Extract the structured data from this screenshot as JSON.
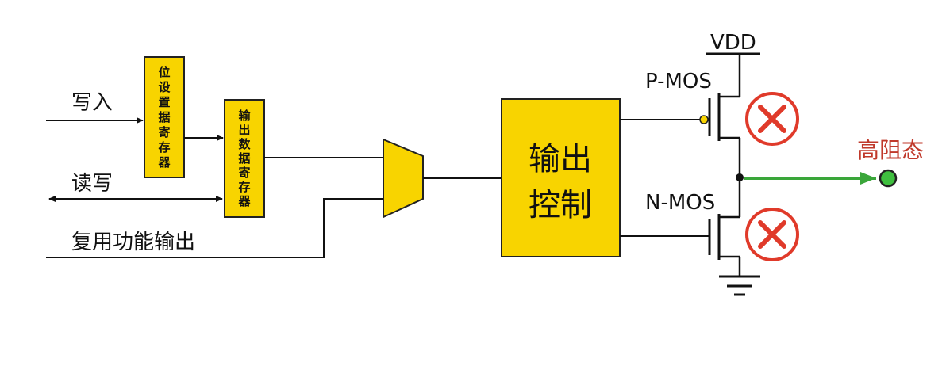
{
  "inputs": {
    "write": "写入",
    "read_write": "读写",
    "alt_function_output": "复用功能输出"
  },
  "registers": {
    "bit_set_register": [
      "位",
      "设",
      "置",
      "据",
      "寄",
      "存",
      "器"
    ],
    "output_data_register": [
      "输",
      "出",
      "数",
      "据",
      "寄",
      "存",
      "器"
    ]
  },
  "output_control": {
    "line1": "输出",
    "line2": "控制"
  },
  "transistors": {
    "supply": "VDD",
    "pmos": "P-MOS",
    "nmos": "N-MOS"
  },
  "output_state": {
    "label": "高阻态"
  },
  "colors": {
    "block_fill": "#f8d400",
    "disabled_mark": "#e03a2a",
    "output_arrow": "#3aa63a",
    "state_label": "#c0392b"
  }
}
